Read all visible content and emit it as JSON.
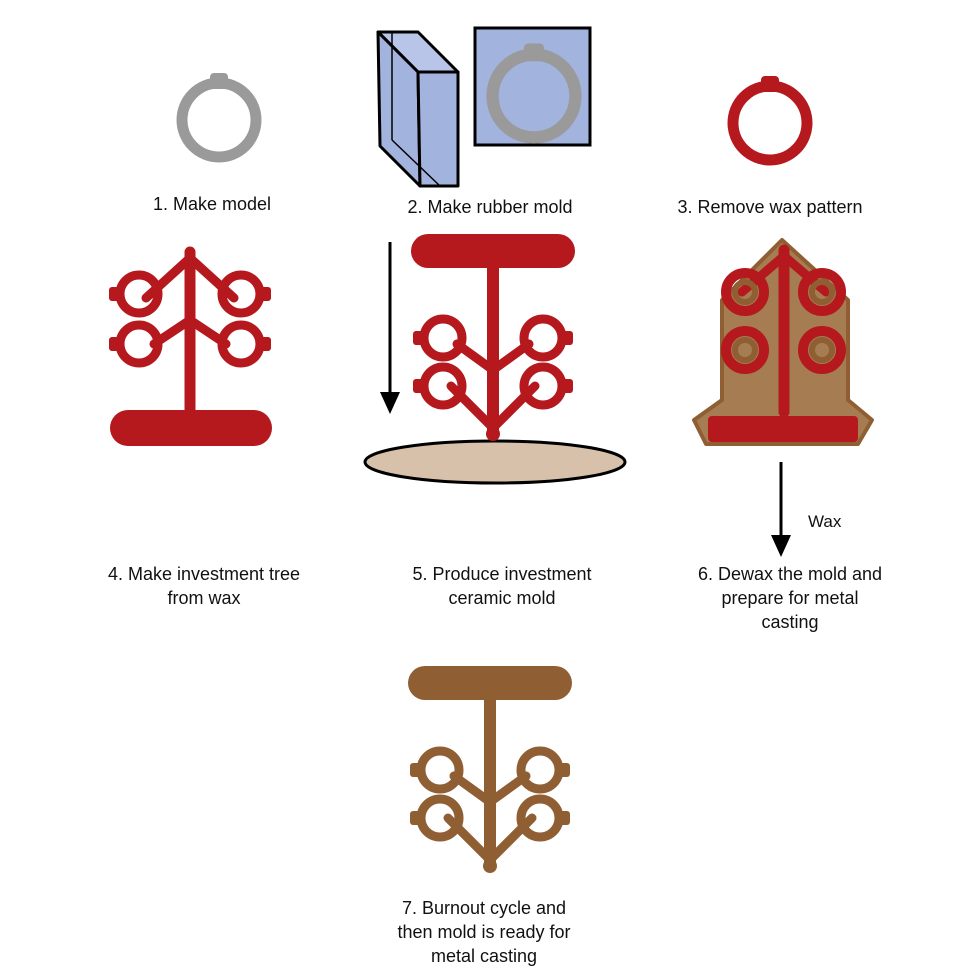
{
  "steps": [
    {
      "lines": [
        "1.   Make model"
      ]
    },
    {
      "lines": [
        "2. Make rubber mold"
      ]
    },
    {
      "lines": [
        "3. Remove wax pattern"
      ]
    },
    {
      "lines": [
        "4. Make investment tree",
        "from wax"
      ]
    },
    {
      "lines": [
        "5. Produce investment",
        "ceramic mold"
      ]
    },
    {
      "lines": [
        "6. Dewax the mold and",
        "prepare for metal",
        "casting"
      ]
    },
    {
      "lines": [
        "7. Burnout cycle and",
        "then mold is ready for",
        "metal casting"
      ]
    }
  ],
  "wax_label": "Wax",
  "colors": {
    "model_gray": "#9a9a9a",
    "wax_red": "#b5181d",
    "mold_blue": "#a2b3de",
    "investment_brown": "#8f5f33",
    "ceramic_tan": "#d8c1ab"
  },
  "icons": [
    "ring-model-icon",
    "rubber-mold-block-icon",
    "rubber-mold-impression-icon",
    "wax-ring-icon",
    "wax-tree-icon",
    "wax-tree-inverted-icon",
    "ceramic-base-icon",
    "invested-tree-icon",
    "burnout-mold-icon",
    "down-arrow-icon"
  ]
}
